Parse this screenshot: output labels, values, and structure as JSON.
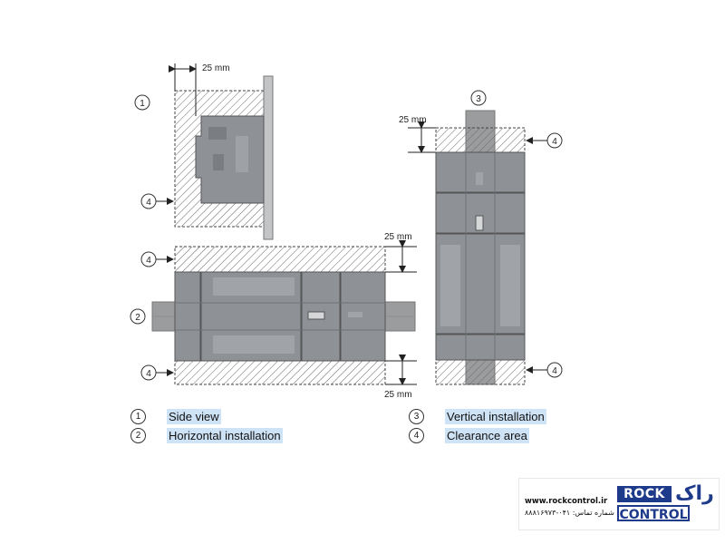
{
  "diagram": {
    "dimension_label": "25 mm",
    "callouts": {
      "one": "1",
      "two": "2",
      "three": "3",
      "four": "4"
    }
  },
  "legend": [
    {
      "num": "1",
      "label": "Side view"
    },
    {
      "num": "2",
      "label": "Horizontal installation"
    },
    {
      "num": "3",
      "label": "Vertical installation"
    },
    {
      "num": "4",
      "label": "Clearance area"
    }
  ],
  "logo": {
    "url": "www.rockcontrol.ir",
    "phone": "شماره تماس: ۰۴۱-۸۸۸۱۶۹۷۳",
    "rock": "ROCK",
    "control": "CONTROL",
    "persian": "راک"
  },
  "colors": {
    "device": "#8e9196",
    "device_dark": "#6e7176",
    "rail": "#9a9c9e",
    "hatch": "#555555",
    "legend_highlight": "#cfe3f7",
    "brand": "#1e3a8a"
  }
}
